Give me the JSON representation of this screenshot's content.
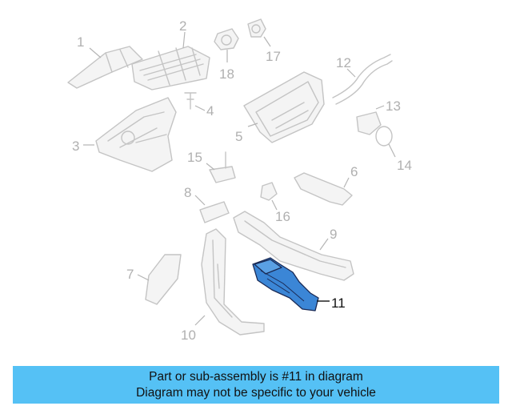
{
  "diagram": {
    "callouts": [
      {
        "id": "1",
        "text": "1",
        "highlighted": false
      },
      {
        "id": "2",
        "text": "2",
        "highlighted": false
      },
      {
        "id": "3",
        "text": "3",
        "highlighted": false
      },
      {
        "id": "4",
        "text": "4",
        "highlighted": false
      },
      {
        "id": "5",
        "text": "5",
        "highlighted": false
      },
      {
        "id": "6",
        "text": "6",
        "highlighted": false
      },
      {
        "id": "7",
        "text": "7",
        "highlighted": false
      },
      {
        "id": "8",
        "text": "8",
        "highlighted": false
      },
      {
        "id": "9",
        "text": "9",
        "highlighted": false
      },
      {
        "id": "10",
        "text": "10",
        "highlighted": false
      },
      {
        "id": "11",
        "text": "11",
        "highlighted": true
      },
      {
        "id": "12",
        "text": "12",
        "highlighted": false
      },
      {
        "id": "13",
        "text": "13",
        "highlighted": false
      },
      {
        "id": "14",
        "text": "14",
        "highlighted": false
      },
      {
        "id": "15",
        "text": "15",
        "highlighted": false
      },
      {
        "id": "16",
        "text": "16",
        "highlighted": false
      },
      {
        "id": "17",
        "text": "17",
        "highlighted": false
      },
      {
        "id": "18",
        "text": "18",
        "highlighted": false
      }
    ],
    "highlight_color": "#3b86d6",
    "ghost_color": "#c4c4c4"
  },
  "banner": {
    "line1": "Part or sub-assembly is #11 in diagram",
    "line2": "Diagram may not be specific to your vehicle",
    "background": "#55c1f5"
  }
}
